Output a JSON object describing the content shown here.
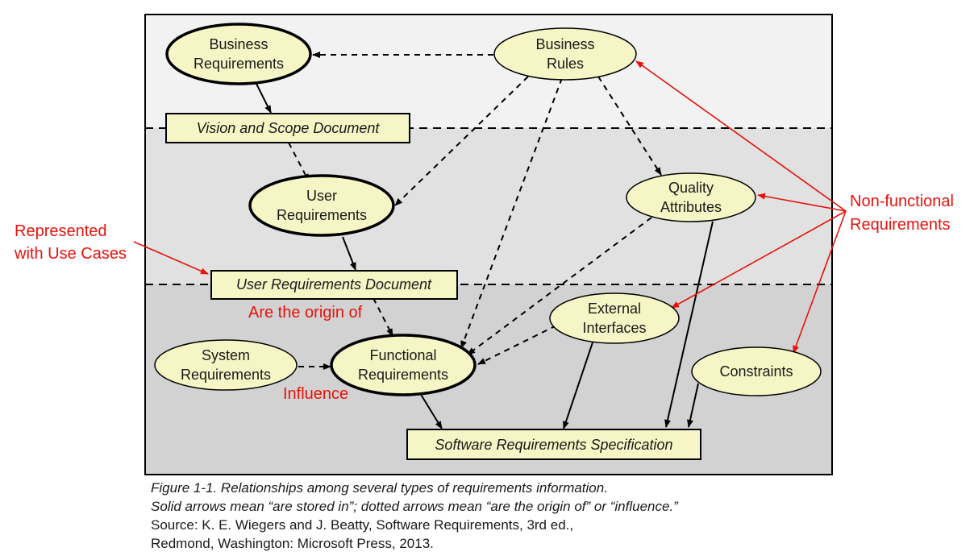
{
  "colors": {
    "node_fill": "#f5f5c5",
    "band_top": "#f2f2f2",
    "band_middle": "#e1e1e1",
    "band_bottom": "#d2d2d2",
    "annotation_red": "#e8120c",
    "line": "#000000"
  },
  "nodes": {
    "business_requirements": [
      "Business",
      "Requirements"
    ],
    "business_rules": [
      "Business",
      "Rules"
    ],
    "user_requirements": [
      "User",
      "Requirements"
    ],
    "quality_attributes": [
      "Quality",
      "Attributes"
    ],
    "external_interfaces": [
      "External",
      "Interfaces"
    ],
    "system_requirements": [
      "System",
      "Requirements"
    ],
    "functional_requirements": [
      "Functional",
      "Requirements"
    ],
    "constraints": [
      "Constraints"
    ]
  },
  "documents": {
    "vision_scope": "Vision and Scope Document",
    "user_requirements_doc": "User Requirements Document",
    "srs": "Software Requirements Specification"
  },
  "annotations": {
    "represented": [
      "Represented",
      "with Use Cases"
    ],
    "non_functional": [
      "Non-functional",
      "Requirements"
    ],
    "origin": "Are the origin of",
    "influence": "Influence"
  },
  "caption": {
    "line1": "Figure 1-1. Relationships among several types of requirements information.",
    "line2": "Solid arrows mean “are stored in”; dotted arrows mean “are the origin of” or “influence.”",
    "line3": "Source: K. E. Wiegers and J. Beatty, Software Requirements, 3rd ed.,",
    "line4": "Redmond, Washington: Microsoft Press, 2013."
  }
}
